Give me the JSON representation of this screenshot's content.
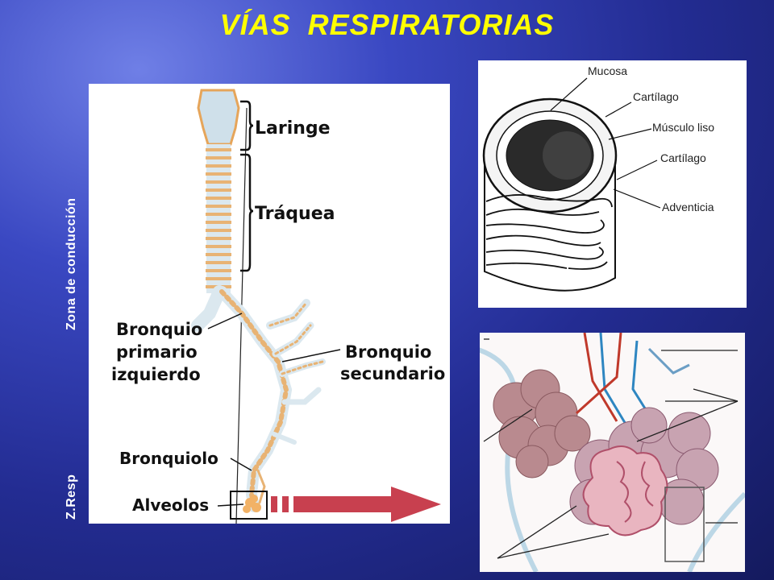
{
  "title": "VÍAS RESPIRATORIAS",
  "side_labels": {
    "conduction_zone": "Zona de conducción",
    "respiratory_zone": "Z.Resp"
  },
  "left_diagram": {
    "labels": {
      "larynx": "Laringe",
      "trachea": "Tráquea",
      "primary_bronchus_1": "Bronquio",
      "primary_bronchus_2": "primario",
      "primary_bronchus_3": "izquierdo",
      "secondary_bronchus_1": "Bronquio",
      "secondary_bronchus_2": "secundario",
      "bronchiole": "Bronquiolo",
      "alveoli": "Alveolos"
    },
    "arrow_color": "#c8404f"
  },
  "cross_section": {
    "labels": {
      "mucosa": "Mucosa",
      "cartilage_top": "Cartílago",
      "smooth_muscle": "Músculo liso",
      "cartilage_bottom": "Cartílago",
      "adventitia": "Adventicia"
    }
  },
  "colors": {
    "title": "#ffff00",
    "background": "#2a34a6"
  }
}
